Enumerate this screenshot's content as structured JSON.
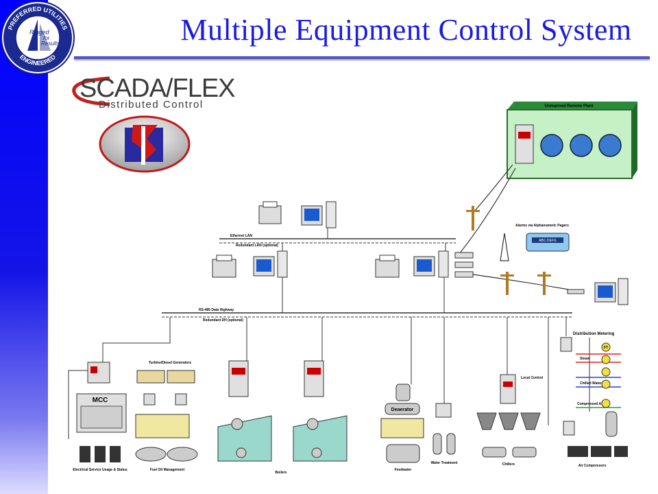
{
  "slide": {
    "title": "Multiple Equipment Control System"
  },
  "logo": {
    "seal_text_top": "PREFERRED UTILITIES",
    "seal_text_bottom": "ENGINEERED",
    "seal_center_1": "Rigged",
    "seal_center_2": "for",
    "seal_center_3": "Results",
    "scada_name": "SCADA/FLEX",
    "scada_tagline": "Distributed Control"
  },
  "diagram": {
    "remote_plant": "Unmanned Remote Plant",
    "ethernet_lan": "Ethernet LAN",
    "redundant_lan": "Redundant LAN (optional)",
    "data_highway": "RS-485 Data Highway",
    "redundant_highway": "Redundant DH (optional)",
    "alarms": "Alarms via Alphanumeric Pagers",
    "distribution_metering": "Distribution Metering",
    "steam": "Steam",
    "chilled_water": "Chilled Water",
    "compressed_air": "Compressed Air",
    "mcc": "MCC",
    "electrical_service": "Electrical Service Usage & Status",
    "turbine_generators": "Turbine/Diesel Generators",
    "fuel_oil": "Fuel Oil Management",
    "boilers": "Boilers",
    "deaerator": "Deaerator",
    "feedwater": "Feedwater",
    "water_treatment": "Water Treatment",
    "local_control": "Local Control",
    "chillers": "Chillers",
    "air_compressors": "Air Compressors",
    "ft": "FT",
    "pager": "ABC-DEFG"
  },
  "colors": {
    "title": "#1a1ae6",
    "sidebar": "#0000ff",
    "remote_plant": "#c6f0c6",
    "boiler": "#9ad8cc",
    "steam": "#e02020",
    "chilled_water": "#2040e0",
    "air": "#20a040"
  }
}
